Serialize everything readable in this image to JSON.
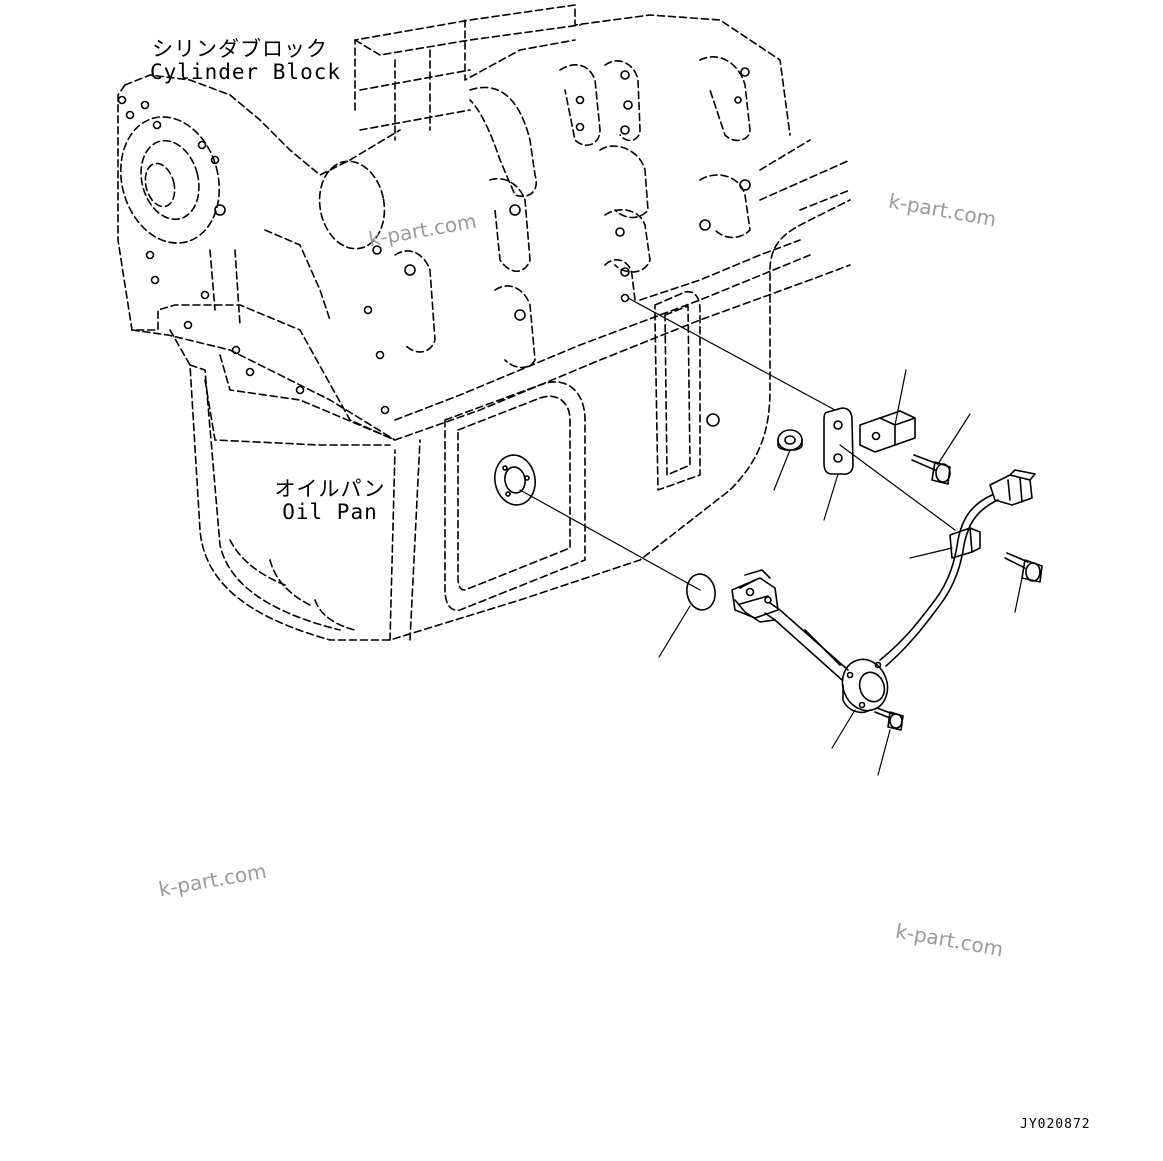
{
  "labels": {
    "cylinder_block_jp": "シリンダブロック",
    "cylinder_block_en": "Cylinder Block",
    "oil_pan_jp": "オイルパン",
    "oil_pan_en": "Oil Pan"
  },
  "watermark": "k-part.com",
  "drawing_code": "JY020872"
}
